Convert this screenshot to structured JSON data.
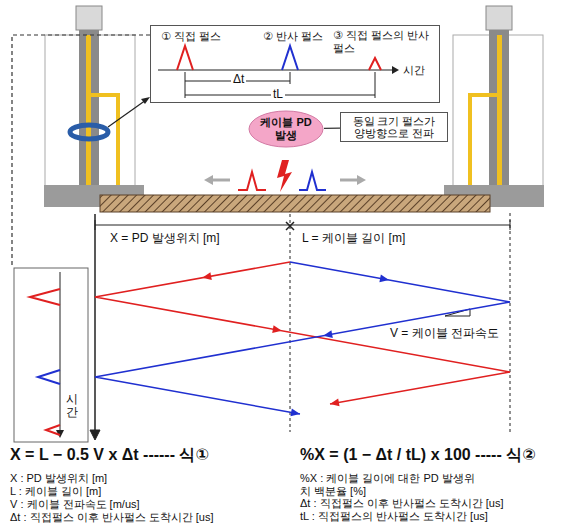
{
  "diagram": {
    "nodes": [
      {
        "text": [
          "① 직접 펄스",
          "② 반사 펄스",
          "③ 직접 펄스의 반사펄스",
          "Δt",
          "tL",
          "시간"
        ]
      },
      {
        "text": [
          "케이블 PD 발생"
        ]
      },
      {
        "text": [
          "동일 크기 펄스가 양방향으로 전파"
        ]
      }
    ],
    "edges": [
      {
        "from": 2,
        "to": 1,
        "arrow": "none"
      }
    ],
    "labels": [
      "X = PD 발생위치 [m]",
      "L = 케이블 길이 [m]",
      "V = 케이블 전파속도",
      "시간",
      "X = L − 0.5 V x Δt ------ 식①",
      "%X = (1 − Δt / tL) x 100 ----- 식②",
      "X : PD 발생위치 [m]",
      "L : 케이블 길이 [m]",
      "V : 케이블 전파속도 [m/us]",
      "Δt : 직접펄스 이후 반사펄스 도착시간 [us]",
      "%X : 케이블 길이에 대한 PD 발생위치 백분율 [%]",
      "Δt : 직접펄스 이후 반사펄스 도착시간 [us]",
      "tL : 직접펄스의 반사펄스 도착시간 [us]"
    ]
  }
}
